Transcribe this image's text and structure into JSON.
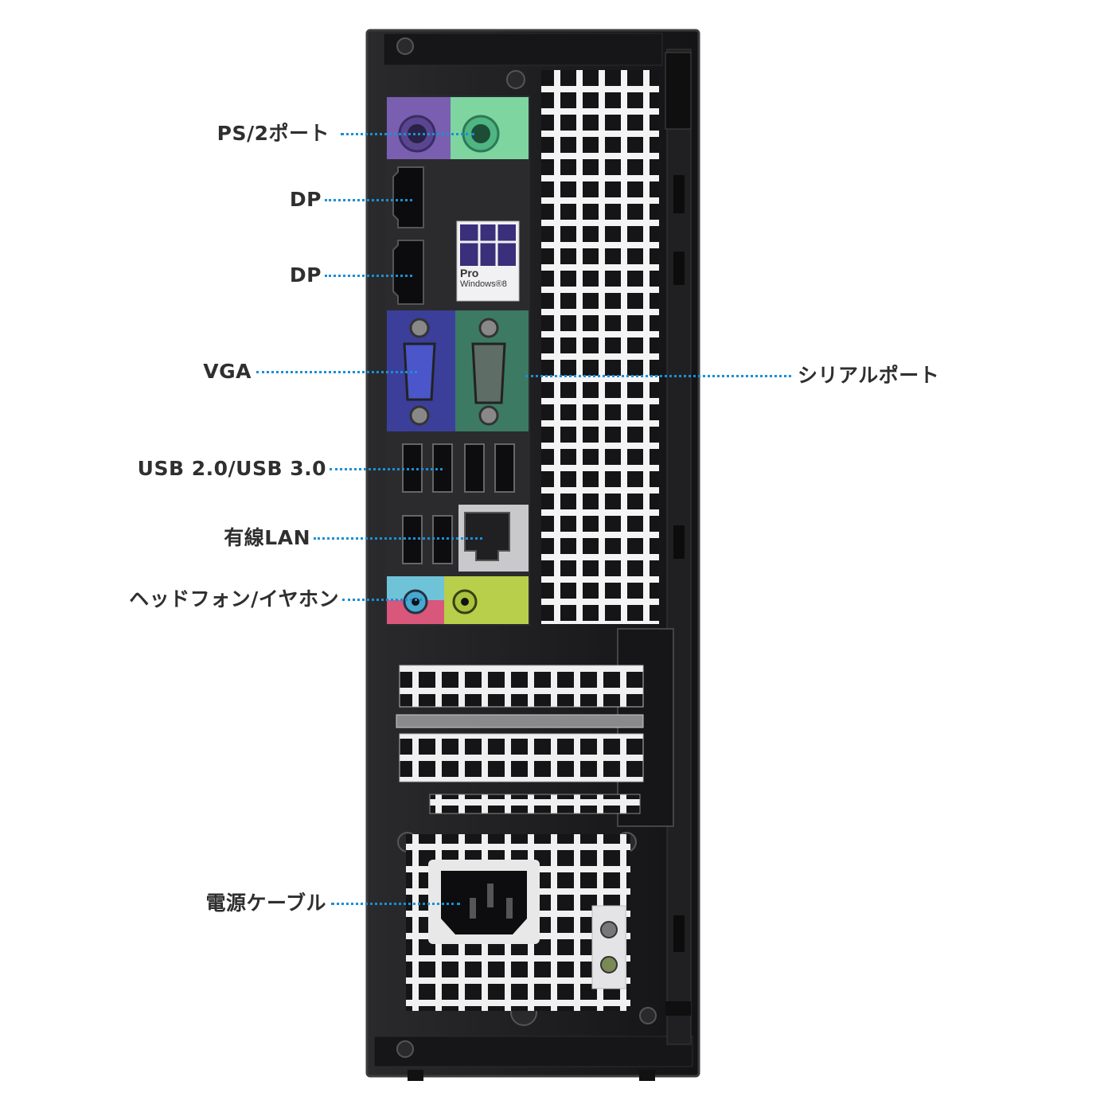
{
  "callouts": {
    "ps2": "PS/2ポート",
    "dp1": "DP",
    "dp2": "DP",
    "vga": "VGA",
    "serial": "シリアルポート",
    "usb": "USB 2.0/USB 3.0",
    "lan": "有線LAN",
    "audio": "ヘッドフォン/イヤホン",
    "power": "電源ケーブル"
  },
  "badge": {
    "line1": "Pro",
    "line2": "Windows®8"
  },
  "colors": {
    "leader": "#1a8fd6",
    "chassis": "#1d1d1f",
    "ps2_keyboard": "#7a5fb0",
    "ps2_mouse": "#7ed5a0",
    "vga": "#3b3f9a",
    "serial": "#3c7a64",
    "audio_in": "#d8577a",
    "audio_out": "#b7cf4a"
  }
}
